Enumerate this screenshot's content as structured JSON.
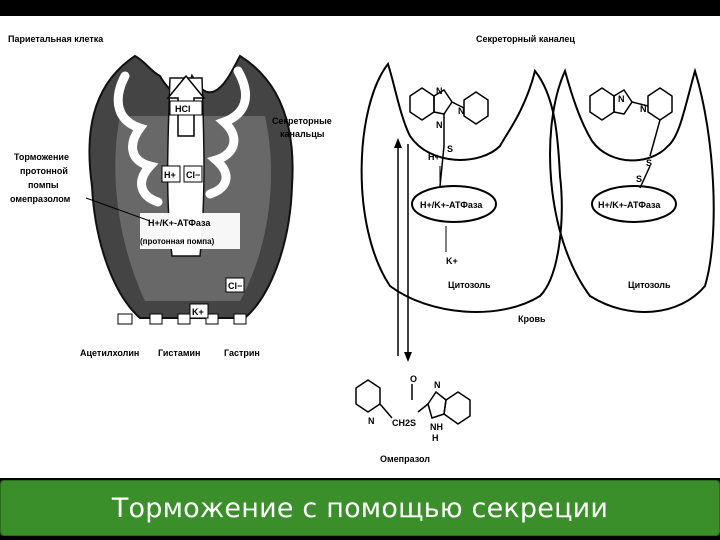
{
  "caption": "Торможение с помощью секреции",
  "left_panel": {
    "title": "Париетальная клетка",
    "inhibition_label": [
      "Торможение",
      "протонной",
      "помпы",
      "омепразолом"
    ],
    "secretory_label": [
      "Секреторные",
      "канальцы"
    ],
    "hcl": "HCl",
    "h_plus": "H+",
    "cl_minus": "Cl−",
    "atpase": "H+/K+-АТФаза",
    "atpase_note": "(протонная помпа)",
    "k_plus": "K+",
    "cl_minus_2": "Cl−",
    "receptors": [
      "Ацетилхолин",
      "Гистамин",
      "Гастрин"
    ]
  },
  "right_panel": {
    "title": "Секреторный каналец",
    "atpase_1": "H+/K+-АТФаза",
    "atpase_2": "H+/K+-АТФаза",
    "cytosol_1": "Цитозоль",
    "cytosol_2": "Цитозоль",
    "blood": "Кровь",
    "h_plus": "H+",
    "k_plus": "K+",
    "drug": "Омепразол",
    "atoms": {
      "n": "N",
      "s": "S",
      "h": "H",
      "nh": "NH",
      "o": "O",
      "ch2s": "CH2S"
    }
  }
}
